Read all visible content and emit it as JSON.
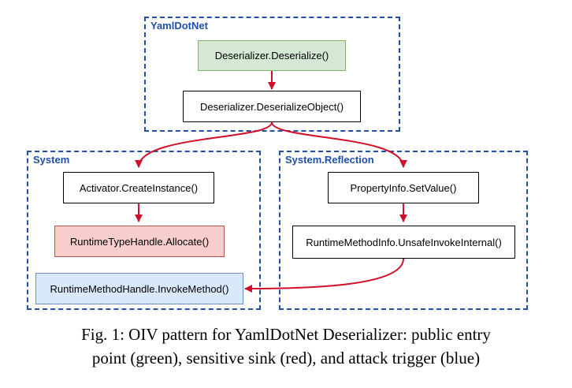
{
  "colors": {
    "group_border": "#1f4fa8",
    "arrow": "#d0102b",
    "entry_fill": "#d5e8d4",
    "sink_fill": "#f8cecc",
    "trigger_fill": "#dae8fc"
  },
  "groups": {
    "yamldotnet": "YamlDotNet",
    "system": "System",
    "system_reflection": "System.Reflection"
  },
  "nodes": {
    "deserialize": "Deserializer.Deserialize()",
    "deserialize_object": "Deserializer.DeserializeObject()",
    "create_instance": "Activator.CreateInstance()",
    "allocate": "RuntimeTypeHandle.Allocate()",
    "invoke_method": "RuntimeMethodHandle.InvokeMethod()",
    "set_value": "PropertyInfo.SetValue()",
    "unsafe_invoke": "RuntimeMethodInfo.UnsafeInvokeInternal()"
  },
  "caption": {
    "line1": "Fig. 1: OIV pattern for YamlDotNet Deserializer: public entry",
    "line2": "point (green), sensitive sink (red), and attack trigger (blue)"
  }
}
